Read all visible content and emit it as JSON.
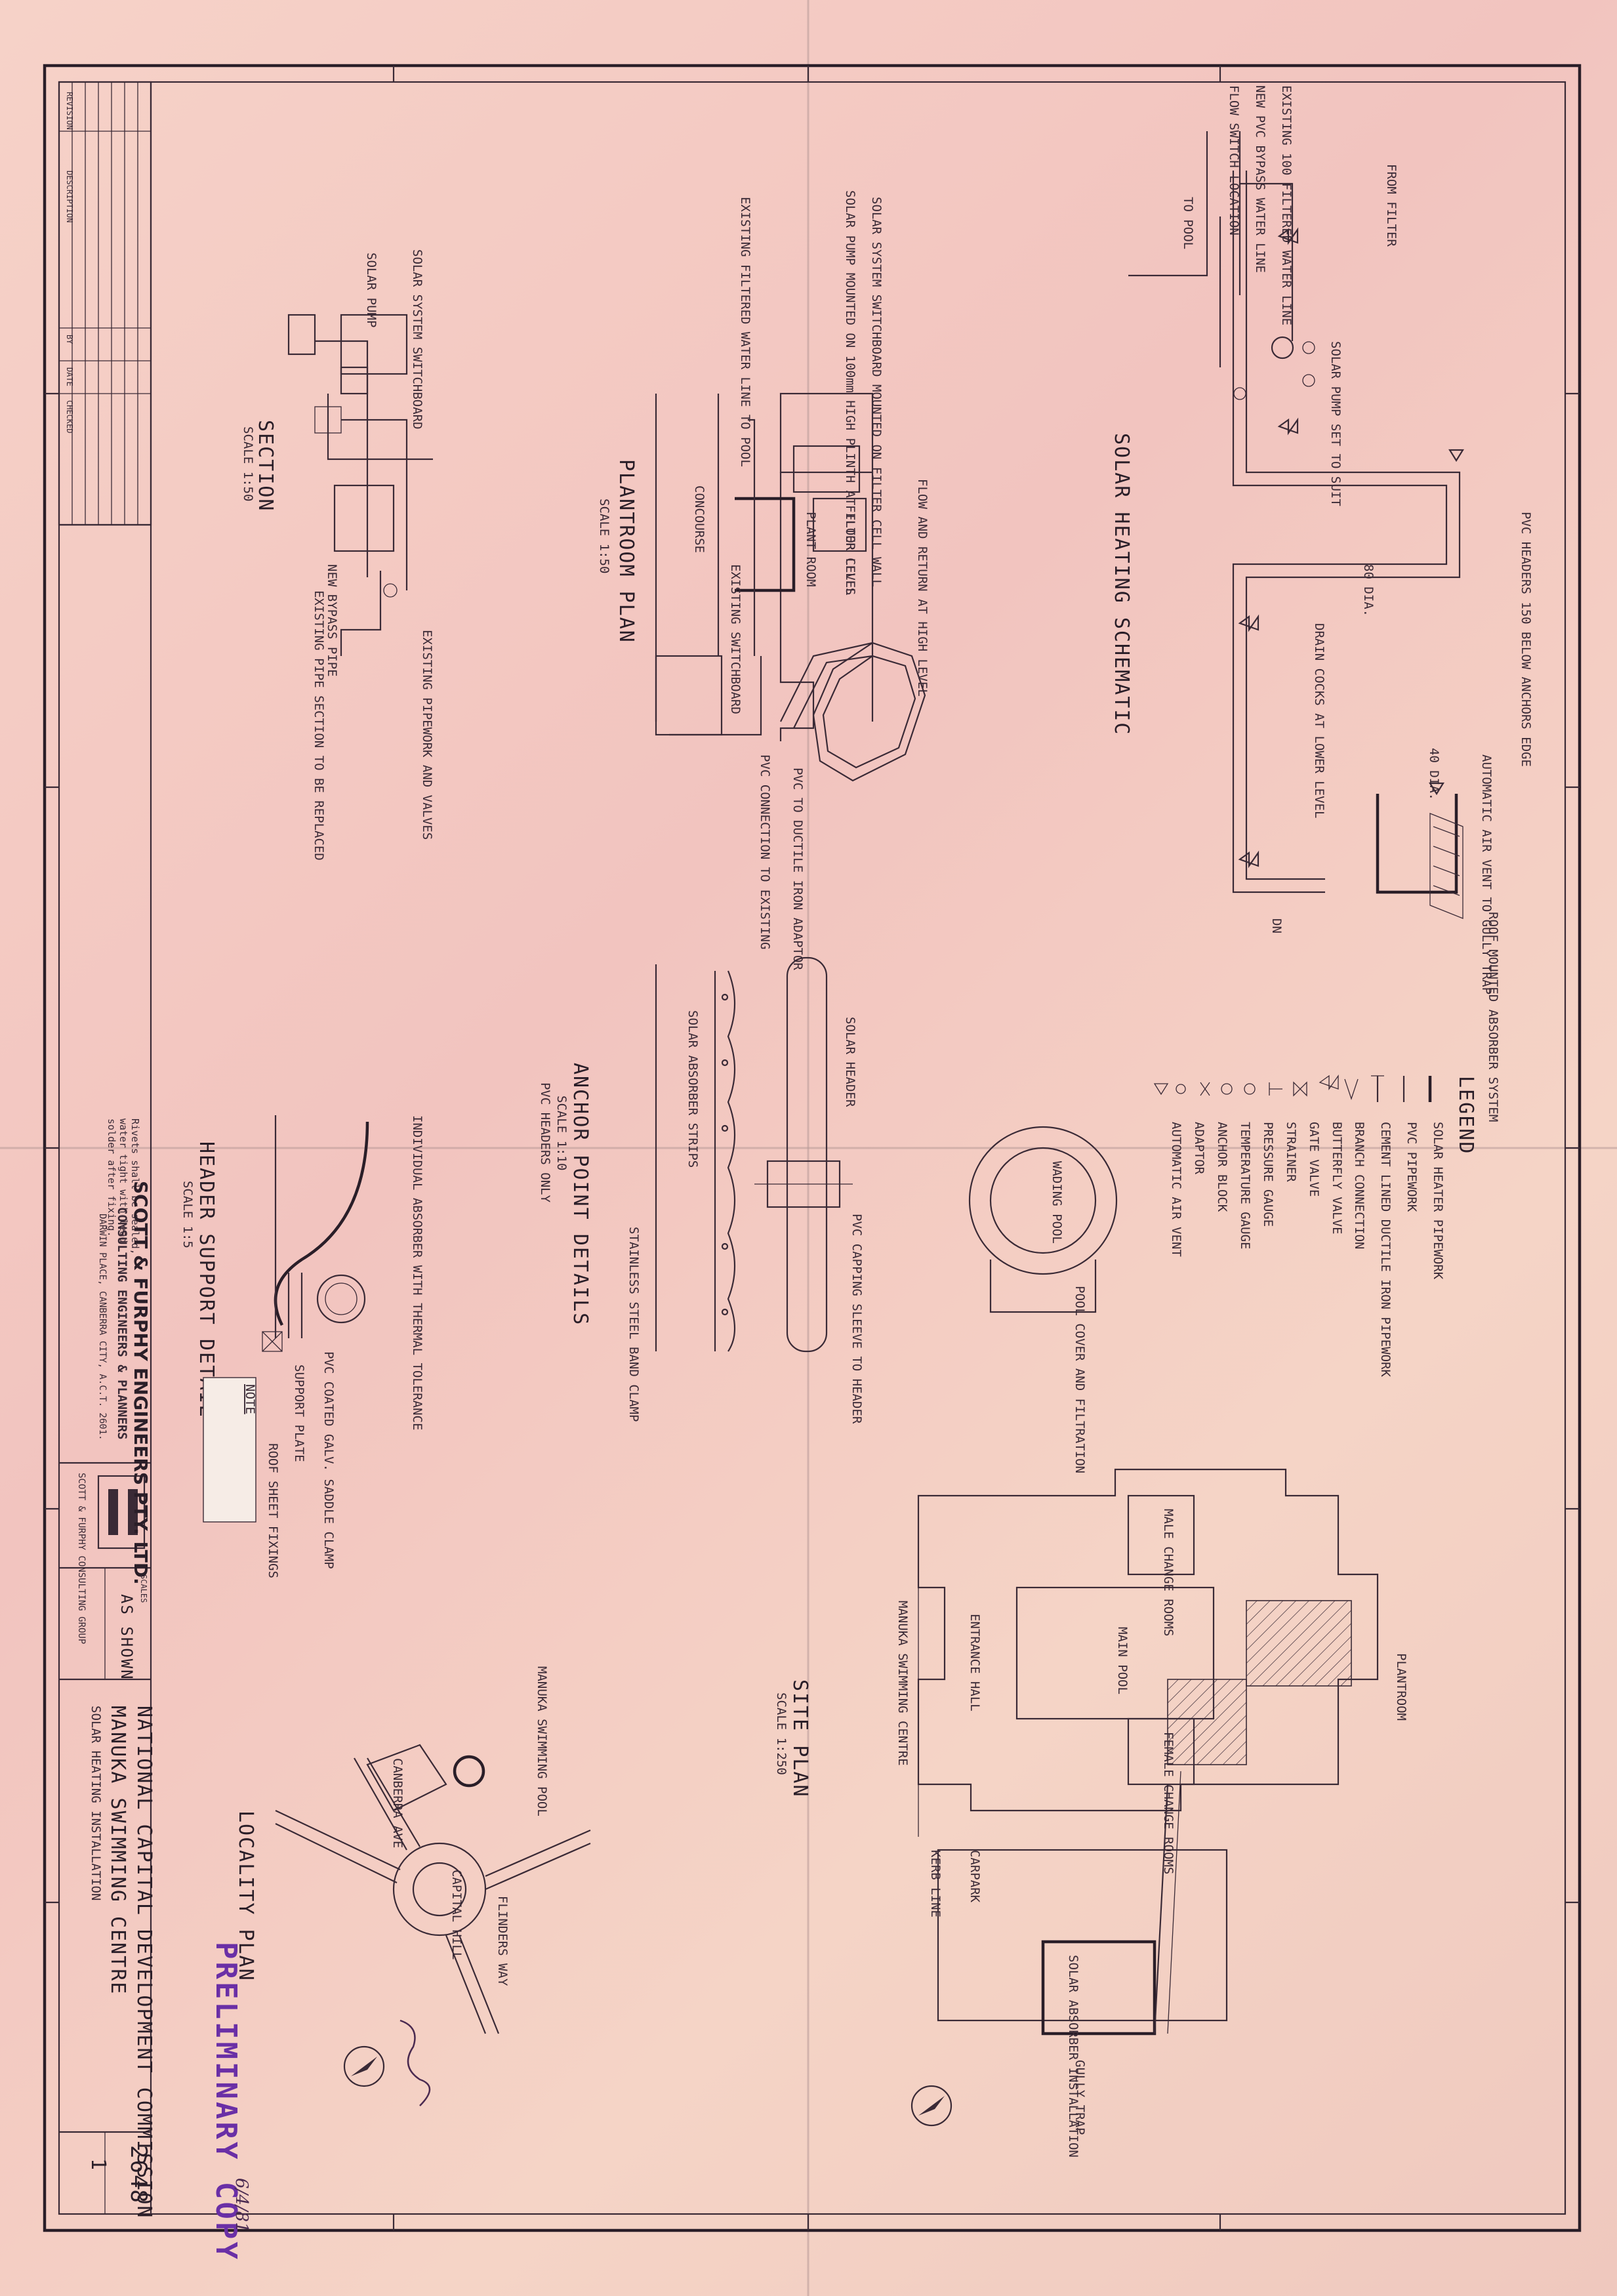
{
  "schematic": {
    "title": "SOLAR HEATING SCHEMATIC",
    "labels": [
      "FROM FILTER",
      "EXISTING 100 FILTERED WATER LINE",
      "NEW PVC BYPASS WATER LINE",
      "FLOW SWITCH LOCATION",
      "TO POOL",
      "80 DIA.",
      "SOLAR PUMP SET TO SUIT",
      "PVC HEADERS 150 BELOW ANCHORS EDGE",
      "DRAIN COCKS AT LOWER LEVEL",
      "AUTOMATIC AIR VENT TO GULLY TRAP",
      "ROOF MOUNTED ABSORBER SYSTEM",
      "40 DIA.",
      "DN"
    ]
  },
  "legend": {
    "title": "LEGEND",
    "items": [
      "SOLAR HEATER PIPEWORK",
      "PVC PIPEWORK",
      "CEMENT LINED DUCTILE IRON PIPEWORK",
      "BRANCH CONNECTION",
      "BUTTERFLY VALVE",
      "GATE VALVE",
      "STRAINER",
      "PRESSURE GAUGE",
      "TEMPERATURE GAUGE",
      "ANCHOR BLOCK",
      "ADAPTOR",
      "AUTOMATIC AIR VENT"
    ]
  },
  "plantroom": {
    "title": "PLANTROOM PLAN",
    "scale": "SCALE 1:50",
    "labels": [
      "SOLAR SYSTEM SWITCHBOARD MOUNTED ON FILTER CELL WALL",
      "SOLAR PUMP MOUNTED ON 100mm HIGH PLINTH AT FLOOR LEVEL",
      "EXISTING FILTERED WATER LINE TO POOL",
      "PLANT ROOM",
      "FILTER CELLS",
      "EXISTING SWITCHBOARD",
      "CONCOURSE",
      "FLOW AND RETURN AT HIGH LEVEL",
      "PVC CONNECTION TO EXISTING",
      "PVC TO DUCTILE IRON ADAPTOR"
    ]
  },
  "section": {
    "title": "SECTION",
    "scale": "SCALE 1:50",
    "labels": [
      "SOLAR PUMP",
      "SOLAR SYSTEM SWITCHBOARD",
      "EXISTING PIPE SECTION TO BE REPLACED",
      "NEW BYPASS PIPE",
      "EXISTING PIPEWORK AND VALVES"
    ]
  },
  "anchor": {
    "title": "ANCHOR POINT DETAILS",
    "scale": "SCALE 1:10",
    "note": "PVC HEADERS ONLY",
    "labels": [
      "SOLAR HEADER",
      "SOLAR ABSORBER STRIPS",
      "PVC CAPPING SLEEVE TO HEADER",
      "STAINLESS STEEL BAND CLAMP"
    ]
  },
  "header_support": {
    "title": "HEADER SUPPORT DETAIL",
    "scale": "SCALE 1:5",
    "labels": [
      "INDIVIDUAL ABSORBER WITH THERMAL TOLERANCE",
      "PVC COATED GALV. SADDLE CLAMP",
      "SUPPORT PLATE",
      "ROOF SHEET FIXINGS"
    ],
    "note_title": "NOTE",
    "note_text": "Rivets shall be sealed, water tight with lead solder after fixing."
  },
  "site_plan": {
    "title": "SITE PLAN",
    "scale": "SCALE 1:250",
    "labels": [
      "WADING POOL",
      "MAIN POOL",
      "ENTRANCE HALL",
      "MALE CHANGE ROOMS",
      "FEMALE CHANGE ROOMS",
      "MANUKA SWIMMING CENTRE",
      "CARPARK",
      "KERB LINE",
      "PLANTROOM",
      "SOLAR ABSORBER INSTALLATION",
      "GULLY TRAP",
      "POOL COVER AND FILTRATION"
    ]
  },
  "locality": {
    "title": "LOCALITY PLAN",
    "labels": [
      "MANUKA SWIMMING POOL",
      "CAPITAL HILL",
      "CANBERRA AVE",
      "FLINDERS WAY"
    ]
  },
  "stamp": "PRELIMINARY COPY",
  "stamp_date": "6/4/81",
  "titleblock": {
    "firm": "SCOTT & FURPHY ENGINEERS PTY. LTD.",
    "firm_sub": "CONSULTING ENGINEERS & PLANNERS",
    "address": "DARWIN PLACE, CANBERRA CITY, A.C.T. 2601.",
    "group": "SCOTT & FURPHY CONSULTING GROUP",
    "scale_label": "SCALES",
    "scale": "AS SHOWN",
    "client": "NATIONAL CAPITAL DEVELOPMENT COMMISSION",
    "project": "MANUKA SWIMMING CENTRE",
    "subtitle": "SOLAR HEATING INSTALLATION",
    "drawing_no": "2648",
    "sheet": "1",
    "rev_headers": [
      "REVISION",
      "DESCRIPTION",
      "BY",
      "DATE",
      "CHECKED"
    ]
  },
  "colors": {
    "paper": "#f3cdc4",
    "ink": "#3a2a36",
    "stamp": "#6a2fa6"
  }
}
